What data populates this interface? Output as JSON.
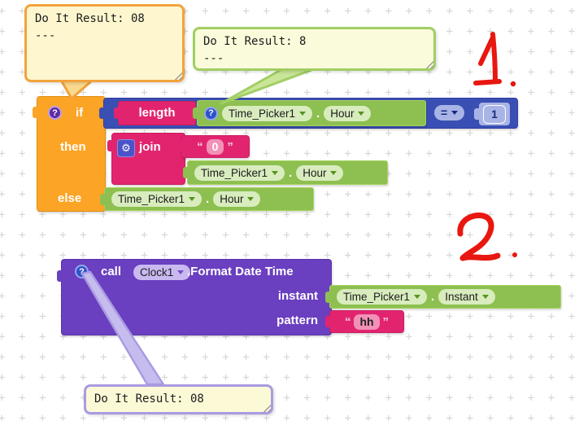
{
  "bubbles": {
    "if_result": {
      "line1": "Do It Result: 08",
      "line2": "---"
    },
    "length_result": {
      "line1": "Do It Result: 8",
      "line2": "---"
    },
    "clock_result": {
      "line1": "Do It Result: 08"
    }
  },
  "icons": {
    "help": "?",
    "gear": "⚙"
  },
  "blocks": {
    "if": {
      "if": "if",
      "then": "then",
      "else": "else"
    },
    "length": {
      "label": "length"
    },
    "equals": {
      "operator": "="
    },
    "number": {
      "value": "1"
    },
    "join": {
      "label": "join"
    },
    "text_zero": {
      "open_quote": "“",
      "value": "0",
      "close_quote": "”"
    },
    "text_hh": {
      "open_quote": "“",
      "value": "hh",
      "close_quote": "”"
    },
    "getter_hour_1": {
      "component": "Time_Picker1",
      "dot": ".",
      "property": "Hour"
    },
    "getter_hour_2": {
      "component": "Time_Picker1",
      "dot": ".",
      "property": "Hour"
    },
    "getter_hour_3": {
      "component": "Time_Picker1",
      "dot": ".",
      "property": "Hour"
    },
    "getter_instant": {
      "component": "Time_Picker1",
      "dot": ".",
      "property": "Instant"
    },
    "call": {
      "label": "call",
      "component": "Clock1",
      "method": ".Format Date Time",
      "param_instant": "instant",
      "param_pattern": "pattern"
    }
  },
  "annotations": {
    "step1": "1",
    "step2": "2"
  },
  "colors": {
    "control_orange": "#FCA425",
    "text_crimson": "#E2246F",
    "getter_green": "#8DC050",
    "logic_blue": "#3A4FB4",
    "math_periwinkle": "#A9B4E6",
    "procedure_purple": "#6A3FC0",
    "annotation_red": "#E8170F",
    "bubble_fill": "#FDF6CE"
  }
}
